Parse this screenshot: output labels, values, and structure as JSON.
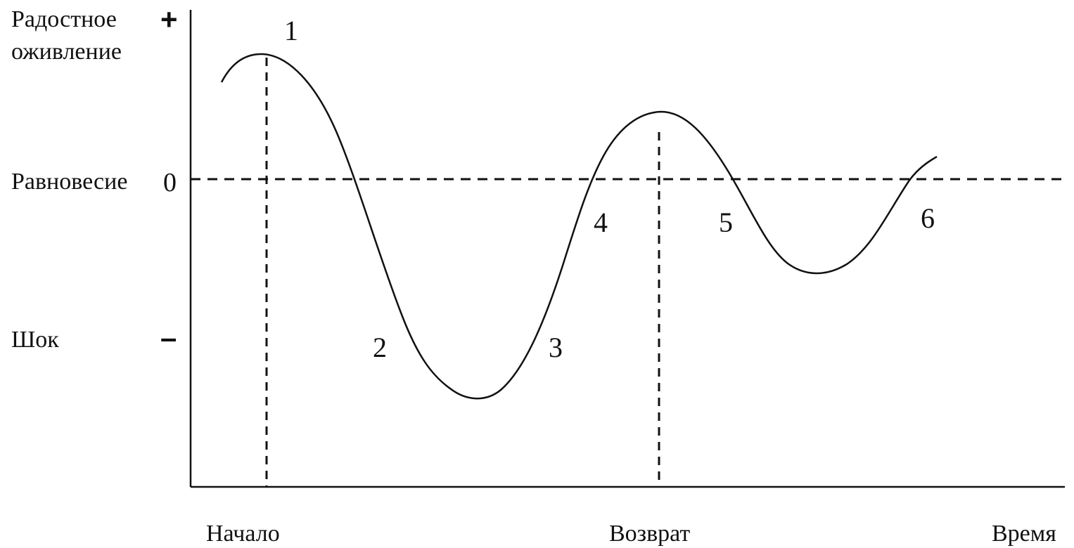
{
  "y_labels": {
    "top_line1": "Радостное",
    "top_line2": "оживление",
    "middle": "Равновесие",
    "bottom": "Шок"
  },
  "y_symbols": {
    "plus": "+",
    "zero": "0",
    "minus": "–"
  },
  "x_labels": {
    "start": "Начало",
    "return": "Возврат",
    "time": "Время"
  },
  "phase_numbers": [
    "1",
    "2",
    "3",
    "4",
    "5",
    "6"
  ]
}
